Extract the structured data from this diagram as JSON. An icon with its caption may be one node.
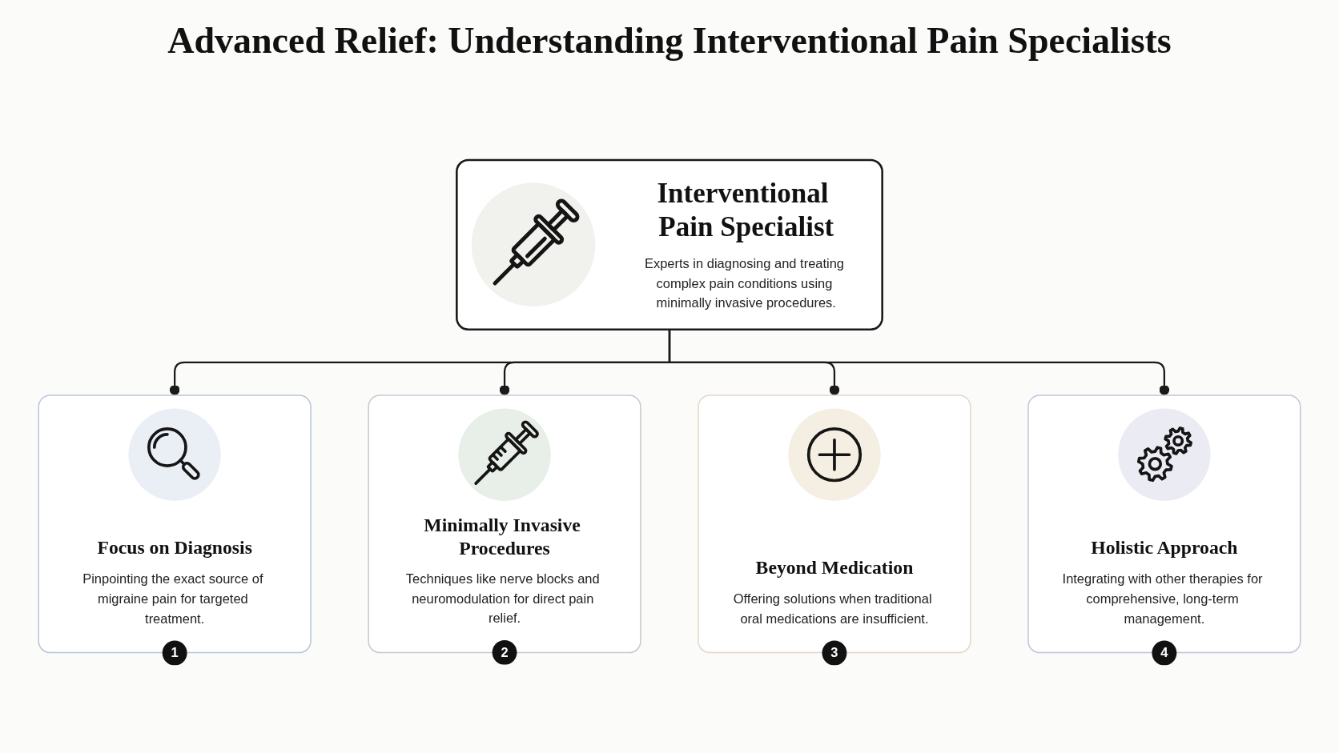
{
  "diagram": {
    "title": "Advanced Relief: Understanding Interventional Pain Specialists",
    "nodes": [
      {
        "text": [
          "Interventional Pain Specialist",
          "Experts in diagnosing and treating complex pain conditions using minimally invasive procedures."
        ]
      },
      {
        "text": [
          "Focus on Diagnosis",
          "Pinpointing the exact source of migraine pain for targeted treatment.",
          "1"
        ]
      },
      {
        "text": [
          "Minimally Invasive Procedures",
          "Techniques like nerve blocks and neuromodulation for direct pain relief.",
          "2"
        ]
      },
      {
        "text": [
          "Beyond Medication",
          "Offering solutions when traditional oral medications are insufficient.",
          "3"
        ]
      },
      {
        "text": [
          "Holistic Approach",
          "Integrating with other therapies for comprehensive, long-term management.",
          "4"
        ]
      }
    ],
    "edges": [
      {
        "from": 0,
        "to": 1,
        "arrow": "other"
      },
      {
        "from": 0,
        "to": 2,
        "arrow": "other"
      },
      {
        "from": 0,
        "to": 3,
        "arrow": "other"
      },
      {
        "from": 0,
        "to": 4,
        "arrow": "other"
      }
    ]
  }
}
